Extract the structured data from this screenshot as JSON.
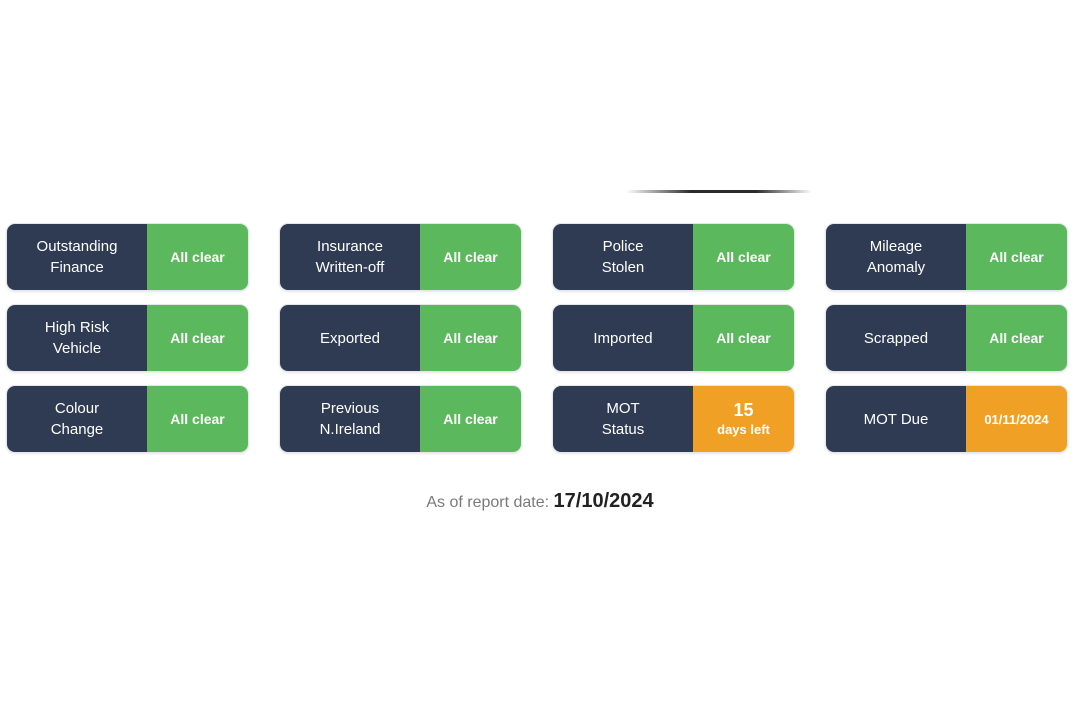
{
  "checks": [
    {
      "label": "Outstanding\nFinance",
      "status": "All clear"
    },
    {
      "label": "Insurance\nWritten-off",
      "status": "All clear"
    },
    {
      "label": "Police\nStolen",
      "status": "All clear"
    },
    {
      "label": "Mileage\nAnomaly",
      "status": "All clear"
    },
    {
      "label": "High Risk\nVehicle",
      "status": "All clear"
    },
    {
      "label": "Exported",
      "status": "All clear"
    },
    {
      "label": "Imported",
      "status": "All clear"
    },
    {
      "label": "Scrapped",
      "status": "All clear"
    },
    {
      "label": "Colour\nChange",
      "status": "All clear"
    },
    {
      "label": "Previous\nN.Ireland",
      "status": "All clear"
    },
    {
      "label": "MOT\nStatus",
      "status_number": "15",
      "status_unit": "days left"
    },
    {
      "label": "MOT Due",
      "status": "01/11/2024"
    }
  ],
  "report": {
    "prefix": "As of report date:",
    "date": "17/10/2024"
  },
  "colors": {
    "label_bg": "#2e3b52",
    "clear": "#5cb85c",
    "warning": "#f0a024"
  }
}
